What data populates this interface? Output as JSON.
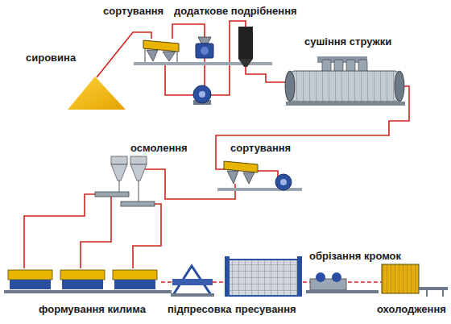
{
  "diagram": {
    "labels": [
      "сортування",
      "додаткове подрібнення",
      "сировина",
      "сушіння стружки",
      "осмолення",
      "сортування",
      "обрізання кромок",
      "формування килима",
      "підпресовка",
      "пресування",
      "охолодження"
    ]
  }
}
